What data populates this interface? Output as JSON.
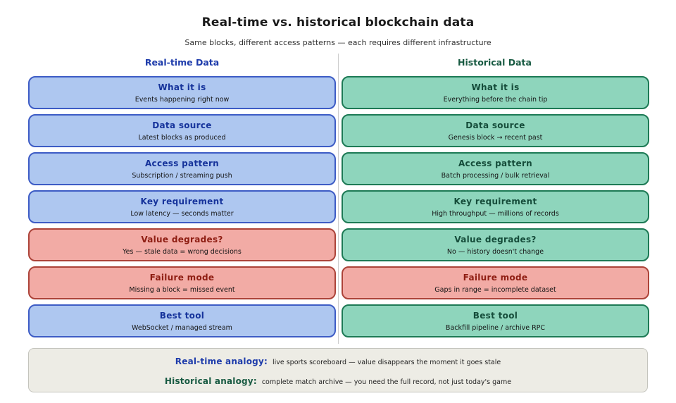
{
  "header": {
    "title": "Real-time vs. historical blockchain data",
    "subtitle": "Same blocks, different access patterns — each requires different infrastructure"
  },
  "columns": {
    "realtime": "Real-time Data",
    "historical": "Historical Data"
  },
  "cards": [
    {
      "column": "realtime",
      "title": "What it is",
      "desc": "Events happening right now",
      "variant": "blue"
    },
    {
      "column": "historical",
      "title": "What it is",
      "desc": "Everything before the chain tip",
      "variant": "green"
    },
    {
      "column": "realtime",
      "title": "Data source",
      "desc": "Latest blocks as produced",
      "variant": "blue"
    },
    {
      "column": "historical",
      "title": "Data source",
      "desc": "Genesis block → recent past",
      "variant": "green"
    },
    {
      "column": "realtime",
      "title": "Access pattern",
      "desc": "Subscription / streaming push",
      "variant": "blue"
    },
    {
      "column": "historical",
      "title": "Access pattern",
      "desc": "Batch processing / bulk retrieval",
      "variant": "green"
    },
    {
      "column": "realtime",
      "title": "Key requirement",
      "desc": "Low latency — seconds matter",
      "variant": "blue"
    },
    {
      "column": "historical",
      "title": "Key requirement",
      "desc": "High throughput — millions of records",
      "variant": "green"
    },
    {
      "column": "realtime",
      "title": "Value degrades?",
      "desc": "Yes — stale data = wrong decisions",
      "variant": "red"
    },
    {
      "column": "historical",
      "title": "Value degrades?",
      "desc": "No — history doesn't change",
      "variant": "green"
    },
    {
      "column": "realtime",
      "title": "Failure mode",
      "desc": "Missing a block = missed event",
      "variant": "red"
    },
    {
      "column": "historical",
      "title": "Failure mode",
      "desc": "Gaps in range = incomplete dataset",
      "variant": "red"
    },
    {
      "column": "realtime",
      "title": "Best tool",
      "desc": "WebSocket / managed stream",
      "variant": "blue"
    },
    {
      "column": "historical",
      "title": "Best tool",
      "desc": "Backfill pipeline / archive RPC",
      "variant": "green"
    }
  ],
  "analogies": [
    {
      "label": "Real-time analogy:",
      "text": "live sports scoreboard — value disappears the moment it goes stale",
      "variant": "blue"
    },
    {
      "label": "Historical analogy:",
      "text": "complete match archive — you need the full record, not just today's game",
      "variant": "green"
    }
  ],
  "colors": {
    "blue_fill": "#aec7f0",
    "blue_border": "#3d5cc5",
    "blue_text": "#16339b",
    "green_fill": "#8ed5bc",
    "green_border": "#1d7a55",
    "green_text": "#154c3a",
    "red_fill": "#f2aba5",
    "red_border": "#ac4339",
    "red_text": "#8e1d12",
    "analogy_bg": "#edece5",
    "divider": "#cccccc"
  }
}
